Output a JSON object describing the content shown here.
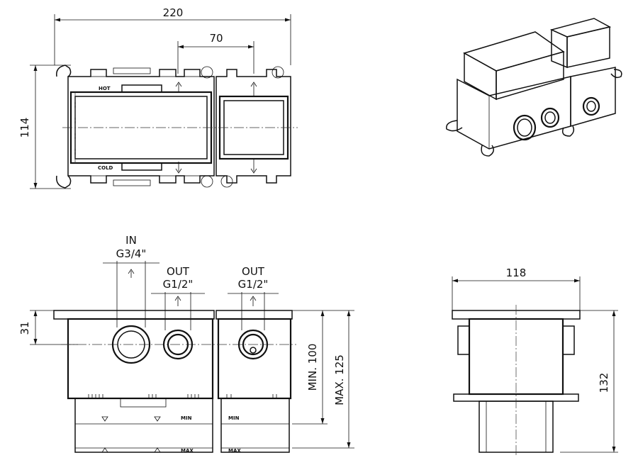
{
  "top_view": {
    "width_dim": "220",
    "spacing_dim": "70",
    "height_dim": "114",
    "hot_label": "HOT",
    "cold_label": "COLD"
  },
  "front_view": {
    "inlet_label": "IN",
    "inlet_thread": "G3/4\"",
    "outlet1_label": "OUT",
    "outlet1_thread": "G1/2\"",
    "outlet2_label": "OUT",
    "outlet2_thread": "G1/2\"",
    "depth_dim": "31",
    "min_dim": "MIN. 100",
    "max_dim": "MAX. 125",
    "min_mark": "MIN",
    "max_mark": "MAX"
  },
  "side_view": {
    "width_dim": "118",
    "height_dim": "132"
  }
}
